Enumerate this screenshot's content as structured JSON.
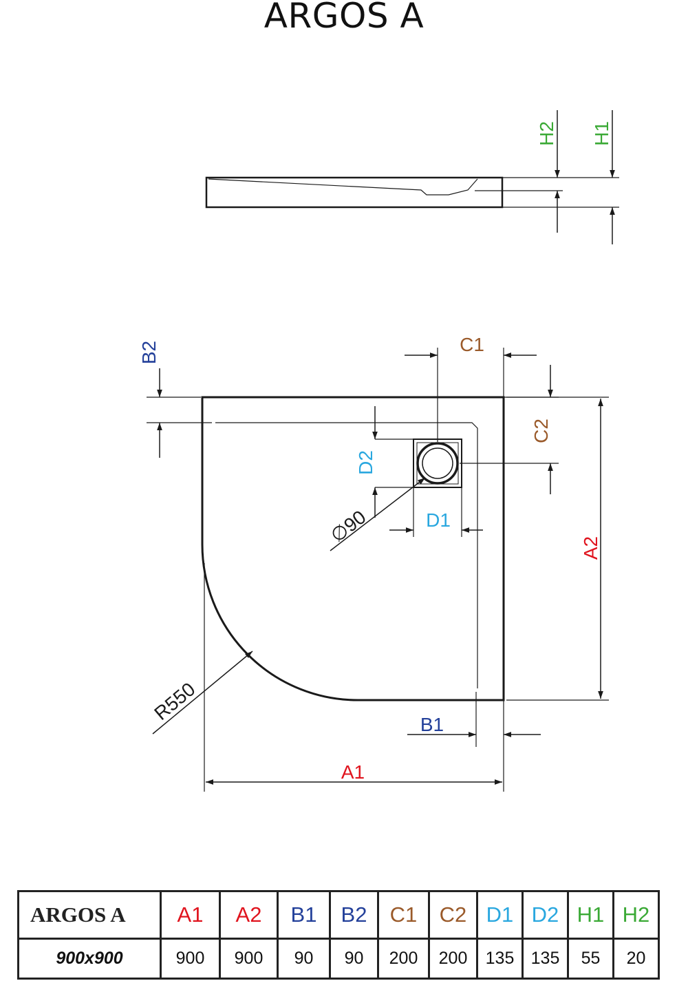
{
  "title": "ARGOS A",
  "colors": {
    "A": "#e0141e",
    "B": "#23409a",
    "C": "#9a5a2a",
    "D": "#29a7df",
    "H": "#3aa935",
    "line": "#1a1a1a"
  },
  "labels": {
    "H1": "H1",
    "H2": "H2",
    "A1": "A1",
    "A2": "A2",
    "B1": "B1",
    "B2": "B2",
    "C1": "C1",
    "C2": "C2",
    "D1": "D1",
    "D2": "D2",
    "R": "R550",
    "phi": "∅90"
  },
  "table": {
    "model": "ARGOS A",
    "size": "900x900",
    "columns": [
      {
        "key": "A1",
        "group": "A",
        "value": "900"
      },
      {
        "key": "A2",
        "group": "A",
        "value": "900"
      },
      {
        "key": "B1",
        "group": "B",
        "value": "90"
      },
      {
        "key": "B2",
        "group": "B",
        "value": "90"
      },
      {
        "key": "C1",
        "group": "C",
        "value": "200"
      },
      {
        "key": "C2",
        "group": "C",
        "value": "200"
      },
      {
        "key": "D1",
        "group": "D",
        "value": "135"
      },
      {
        "key": "D2",
        "group": "D",
        "value": "135"
      },
      {
        "key": "H1",
        "group": "H",
        "value": "55"
      },
      {
        "key": "H2",
        "group": "H",
        "value": "20"
      }
    ]
  }
}
